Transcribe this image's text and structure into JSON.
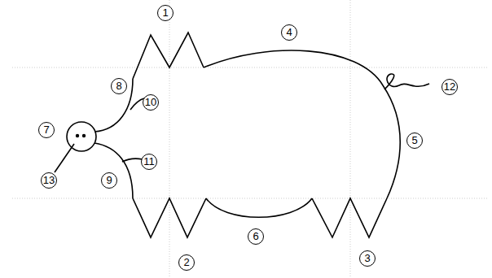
{
  "diagram": {
    "labels": [
      "1",
      "4",
      "12",
      "8",
      "10",
      "7",
      "5",
      "11",
      "13",
      "9",
      "6",
      "2",
      "3"
    ]
  }
}
